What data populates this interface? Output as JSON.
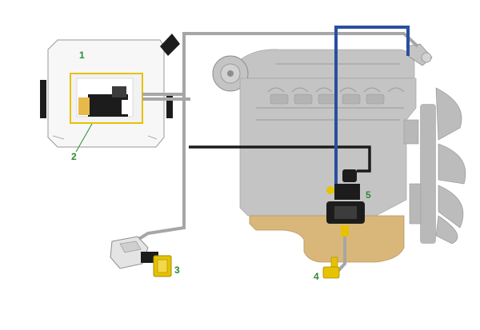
{
  "diagram": {
    "callouts": [
      {
        "id": "1",
        "label": "1"
      },
      {
        "id": "2",
        "label": "2"
      },
      {
        "id": "3",
        "label": "3"
      },
      {
        "id": "4",
        "label": "4"
      },
      {
        "id": "5",
        "label": "5"
      }
    ]
  },
  "colors": {
    "callout_text": "#2e8b2e",
    "engine_body": "#c4c4c4",
    "engine_detail": "#9a9a9a",
    "oil_sump": "#d9b77a",
    "control_line": "#1c1c1c",
    "blue_line": "#2a4fa0",
    "gray_line": "#a6a6a6",
    "highlight": "#e6c200"
  }
}
